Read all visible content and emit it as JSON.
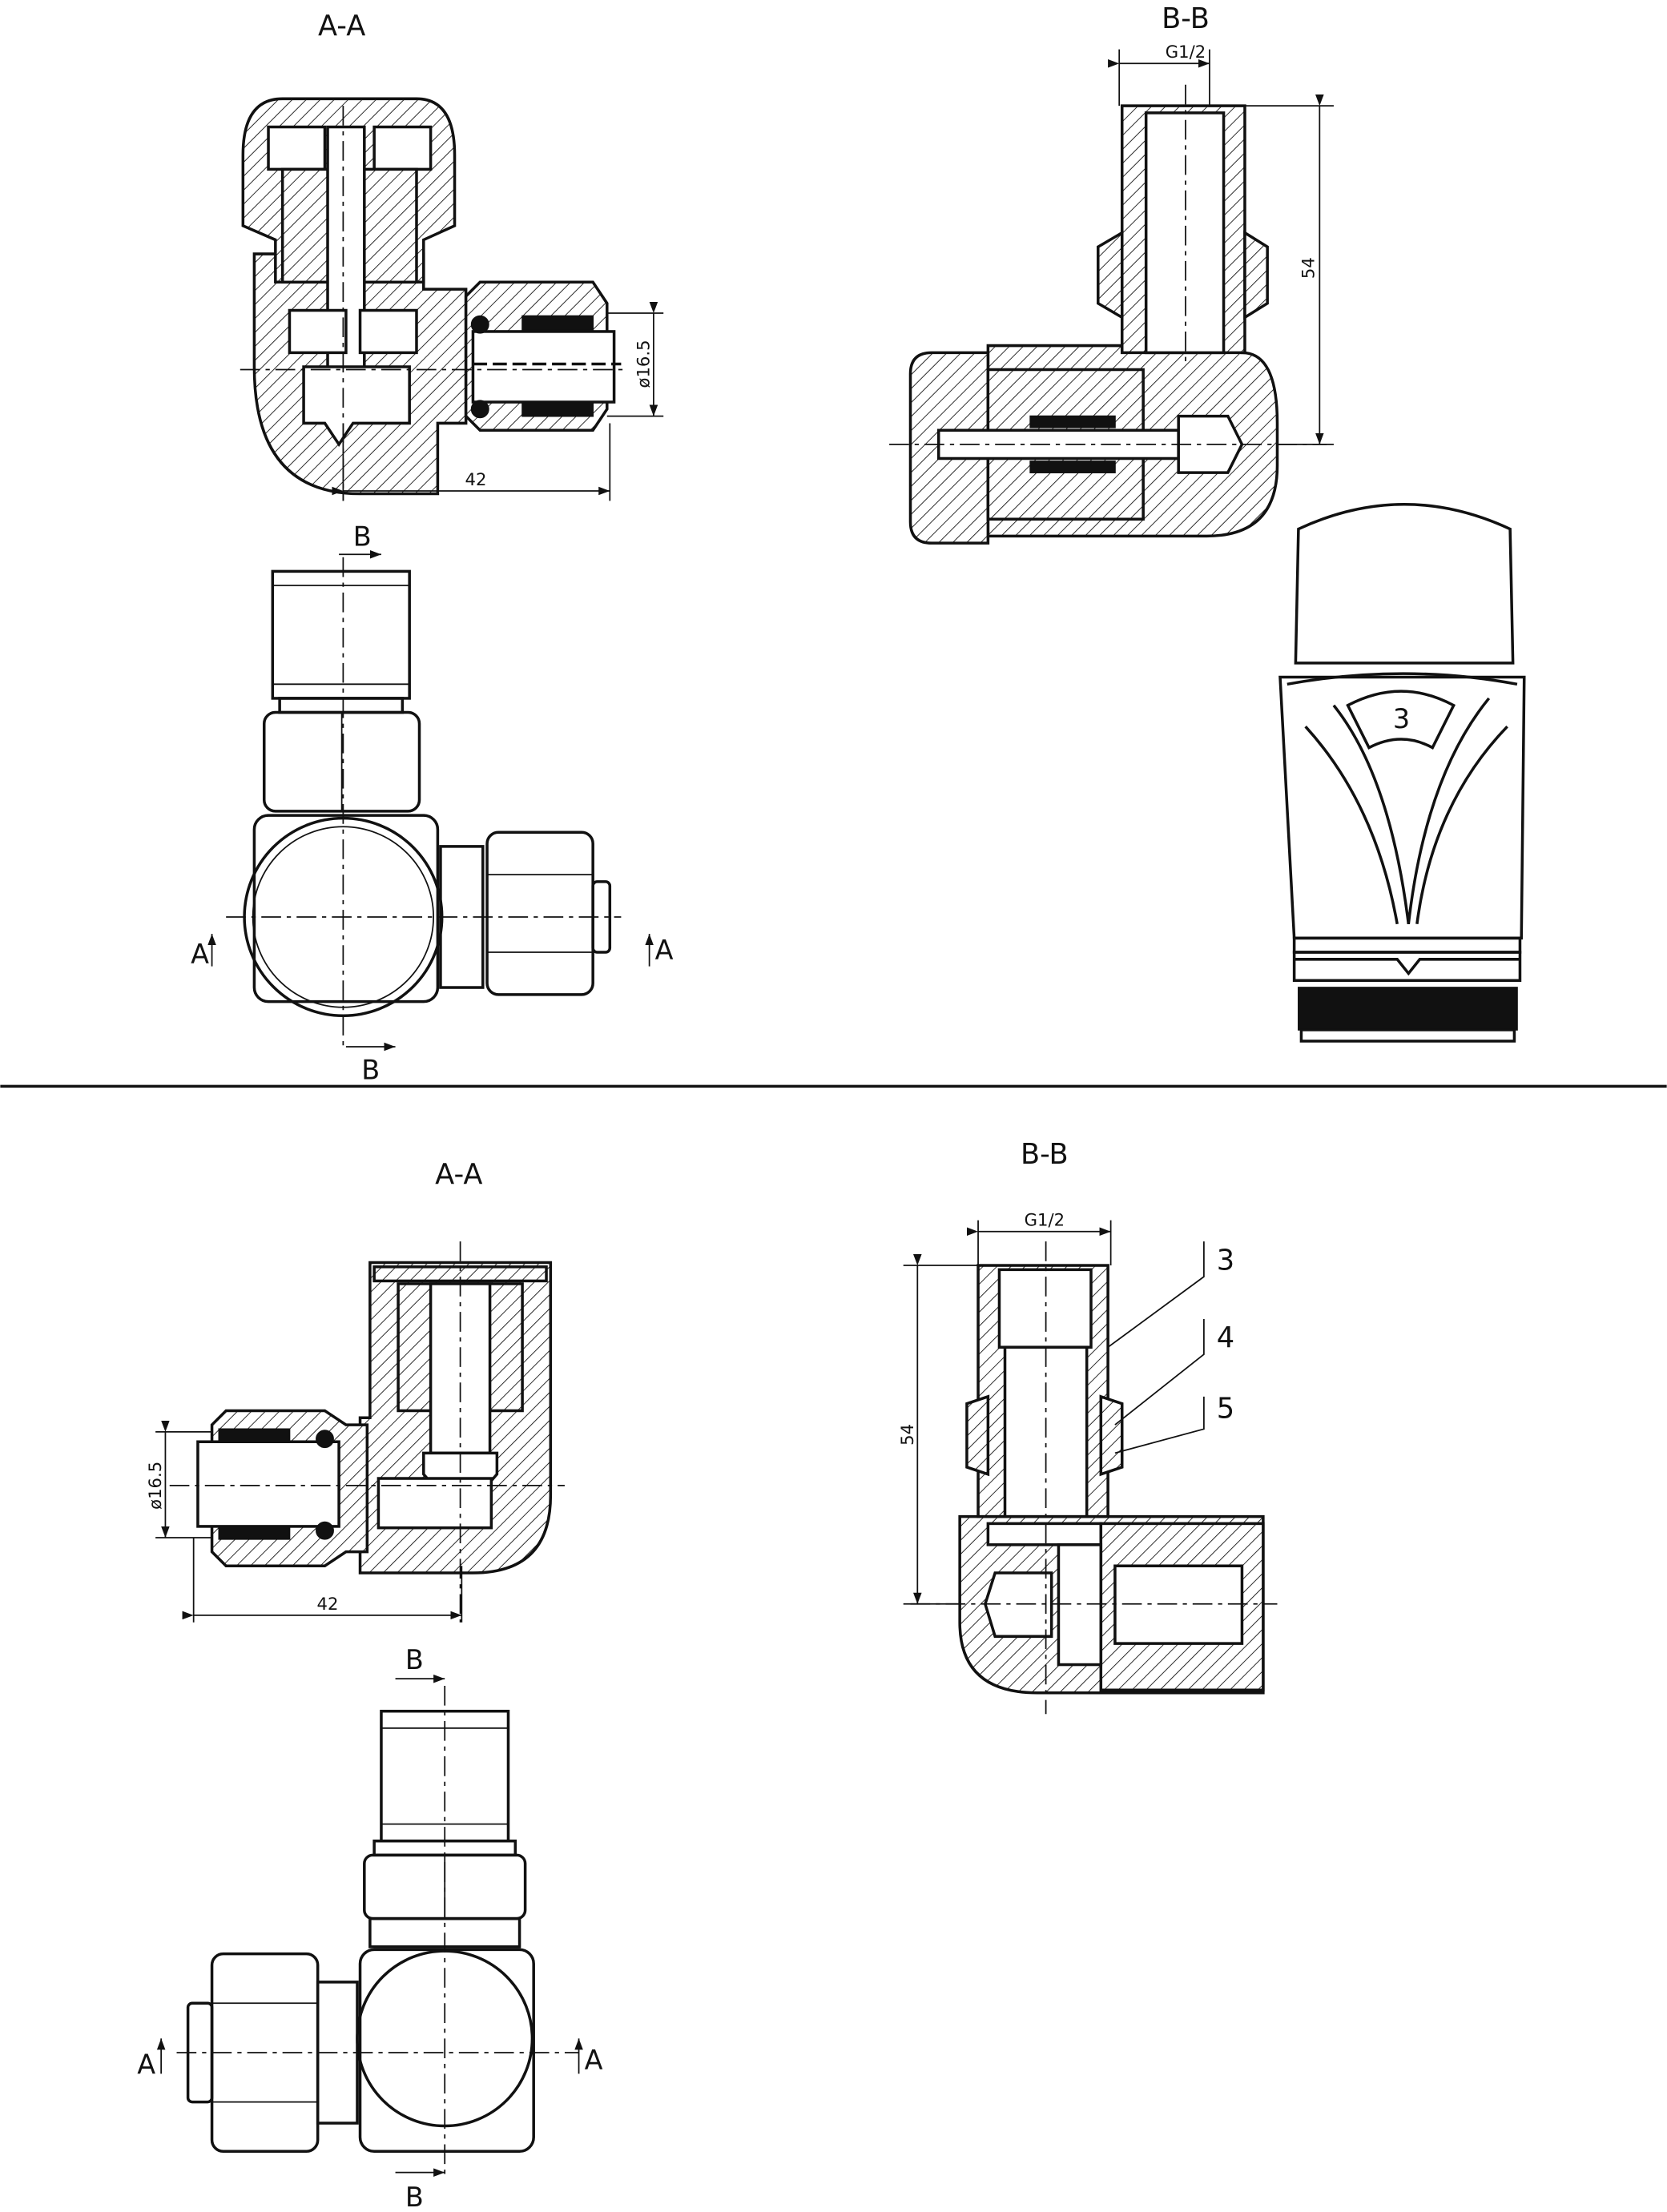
{
  "top": {
    "section_aa": {
      "title": "A-A",
      "diameter": "ø16.5",
      "length": "42"
    },
    "section_bb": {
      "title": "B-B",
      "thread": "G1/2",
      "height": "54"
    },
    "plan_view": {
      "marker_a_left": "A",
      "marker_a_right": "A",
      "marker_b_top": "B",
      "marker_b_bottom": "B"
    },
    "thermostatic_head": {
      "setting": "3"
    }
  },
  "bottom": {
    "section_aa": {
      "title": "A-A",
      "diameter": "ø16.5",
      "length": "42"
    },
    "section_bb": {
      "title": "B-B",
      "thread": "G1/2",
      "height": "54",
      "callouts": [
        "3",
        "4",
        "5"
      ]
    },
    "plan_view": {
      "marker_a_left": "A",
      "marker_a_right": "A",
      "marker_b_top": "B",
      "marker_b_bottom": "B"
    }
  }
}
